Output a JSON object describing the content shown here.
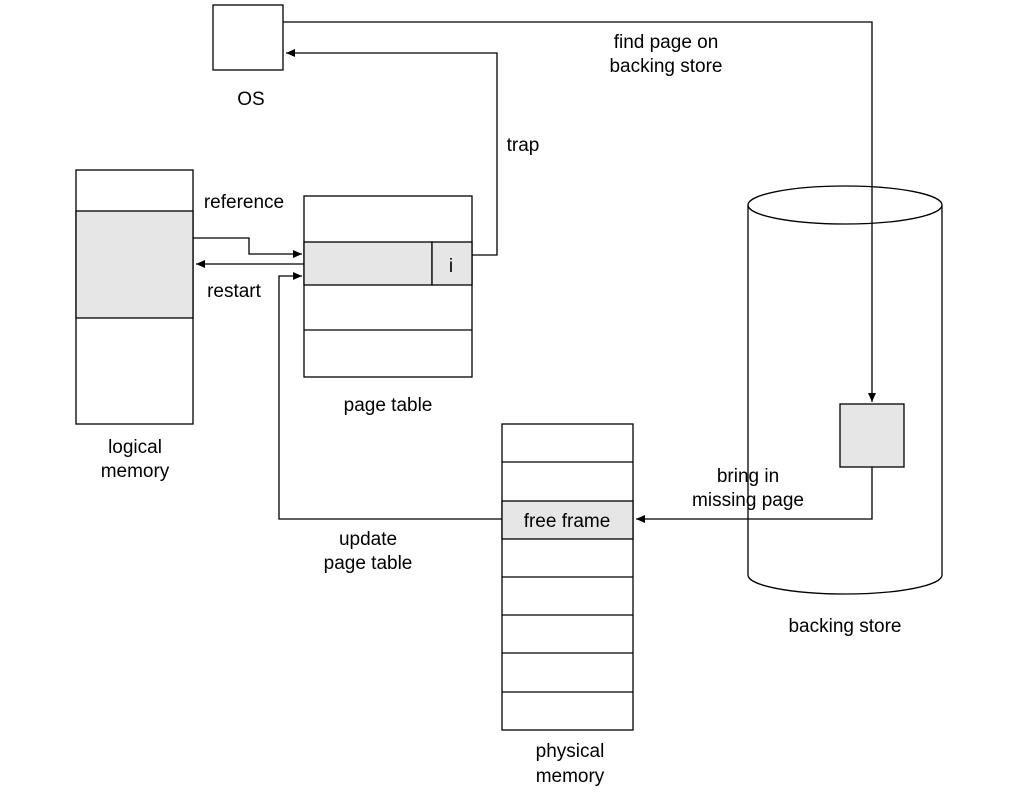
{
  "labels": {
    "os": "OS",
    "find_page_line1": "find page on",
    "find_page_line2": "backing store",
    "trap": "trap",
    "reference": "reference",
    "restart": "restart",
    "invalid_bit": "i",
    "page_table": "page table",
    "logical_memory_line1": "logical",
    "logical_memory_line2": "memory",
    "bring_in_line1": "bring in",
    "bring_in_line2": "missing page",
    "free_frame": "free frame",
    "update_line1": "update",
    "update_line2": "page table",
    "backing_store": "backing store",
    "physical_memory_line1": "physical",
    "physical_memory_line2": "memory"
  },
  "colors": {
    "shaded_fill": "#e6e6e6",
    "stroke": "#000000",
    "background": "#ffffff"
  }
}
